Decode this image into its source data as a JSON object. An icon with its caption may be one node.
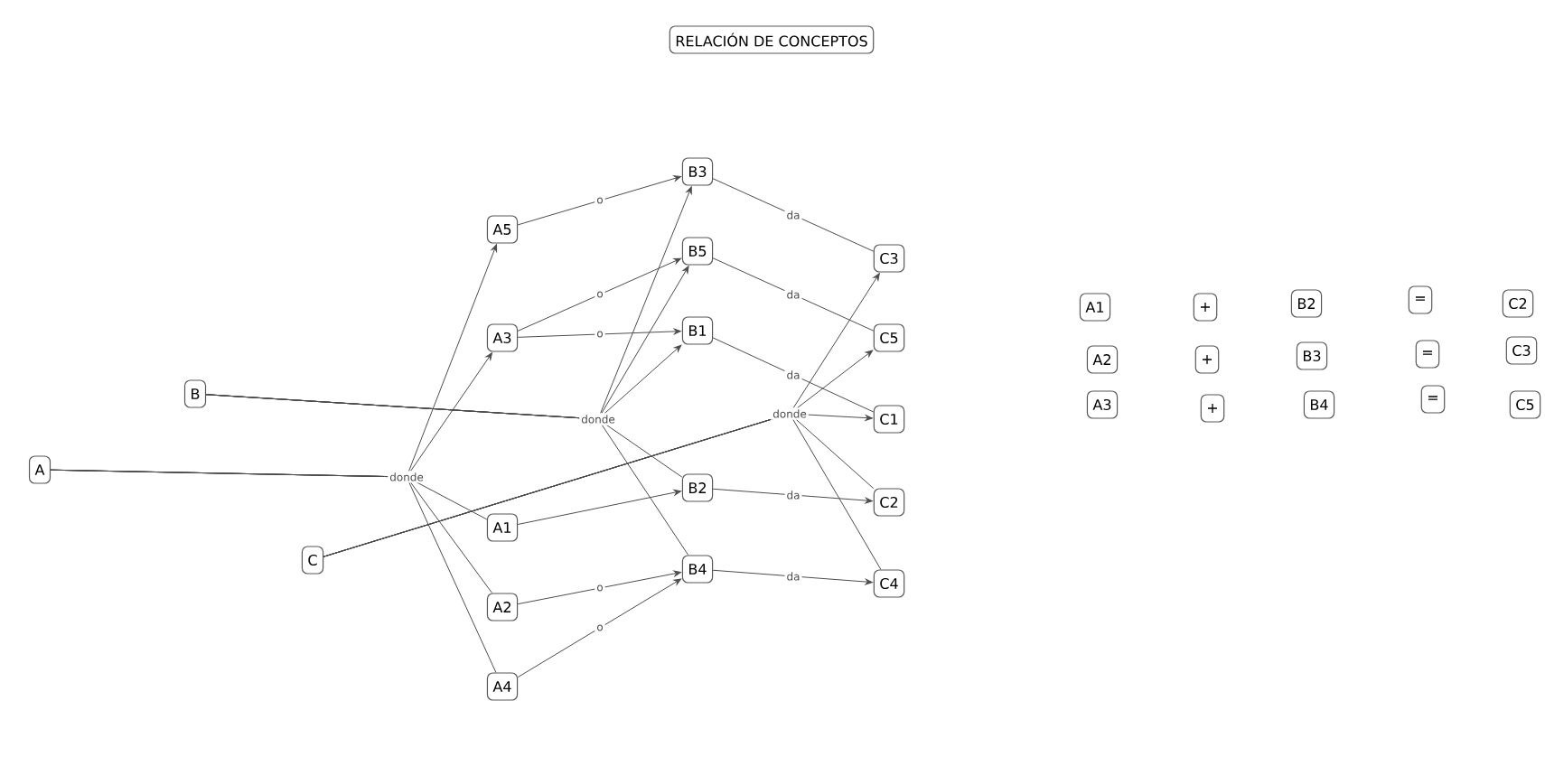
{
  "diagram": {
    "title": "RELACIÓN DE CONCEPTOS",
    "nodes": [
      {
        "text": [
          "A"
        ]
      },
      {
        "text": [
          "B"
        ]
      },
      {
        "text": [
          "C"
        ]
      },
      {
        "text": [
          "A5"
        ]
      },
      {
        "text": [
          "A3"
        ]
      },
      {
        "text": [
          "A1"
        ]
      },
      {
        "text": [
          "A2"
        ]
      },
      {
        "text": [
          "A4"
        ]
      },
      {
        "text": [
          "B3"
        ]
      },
      {
        "text": [
          "B5"
        ]
      },
      {
        "text": [
          "B1"
        ]
      },
      {
        "text": [
          "B2"
        ]
      },
      {
        "text": [
          "B4"
        ]
      },
      {
        "text": [
          "C3"
        ]
      },
      {
        "text": [
          "C5"
        ]
      },
      {
        "text": [
          "C1"
        ]
      },
      {
        "text": [
          "C2"
        ]
      },
      {
        "text": [
          "C4"
        ]
      },
      {
        "text": [
          "A1"
        ]
      },
      {
        "text": [
          "+"
        ]
      },
      {
        "text": [
          "B2"
        ]
      },
      {
        "text": [
          "="
        ]
      },
      {
        "text": [
          "C2"
        ]
      },
      {
        "text": [
          "A2"
        ]
      },
      {
        "text": [
          "+"
        ]
      },
      {
        "text": [
          "B3"
        ]
      },
      {
        "text": [
          "="
        ]
      },
      {
        "text": [
          "C3"
        ]
      },
      {
        "text": [
          "A3"
        ]
      },
      {
        "text": [
          "+"
        ]
      },
      {
        "text": [
          "B4"
        ]
      },
      {
        "text": [
          "="
        ]
      },
      {
        "text": [
          "C5"
        ]
      }
    ],
    "edges": [
      {
        "from": 0,
        "to": 3,
        "arrow": "to",
        "label": "donde"
      },
      {
        "from": 0,
        "to": 4,
        "arrow": "to"
      },
      {
        "from": 0,
        "to": 5,
        "arrow": "none"
      },
      {
        "from": 0,
        "to": 6,
        "arrow": "none"
      },
      {
        "from": 0,
        "to": 7,
        "arrow": "none"
      },
      {
        "from": 1,
        "to": 8,
        "arrow": "to",
        "label": "donde"
      },
      {
        "from": 1,
        "to": 9,
        "arrow": "to"
      },
      {
        "from": 1,
        "to": 10,
        "arrow": "to"
      },
      {
        "from": 1,
        "to": 11,
        "arrow": "none"
      },
      {
        "from": 1,
        "to": 12,
        "arrow": "none"
      },
      {
        "from": 2,
        "to": 13,
        "arrow": "to",
        "label": "donde"
      },
      {
        "from": 2,
        "to": 14,
        "arrow": "to"
      },
      {
        "from": 2,
        "to": 15,
        "arrow": "to"
      },
      {
        "from": 2,
        "to": 16,
        "arrow": "none"
      },
      {
        "from": 2,
        "to": 17,
        "arrow": "none"
      },
      {
        "from": 3,
        "to": 8,
        "arrow": "to",
        "label": "o"
      },
      {
        "from": 4,
        "to": 9,
        "arrow": "to",
        "label": "o"
      },
      {
        "from": 4,
        "to": 10,
        "arrow": "to",
        "label": "o"
      },
      {
        "from": 5,
        "to": 11,
        "arrow": "to"
      },
      {
        "from": 6,
        "to": 12,
        "arrow": "to",
        "label": "o"
      },
      {
        "from": 7,
        "to": 12,
        "arrow": "to",
        "label": "o"
      },
      {
        "from": 8,
        "to": 13,
        "arrow": "none",
        "label": "da"
      },
      {
        "from": 9,
        "to": 14,
        "arrow": "none",
        "label": "da"
      },
      {
        "from": 10,
        "to": 15,
        "arrow": "none",
        "label": "da"
      },
      {
        "from": 11,
        "to": 16,
        "arrow": "to",
        "label": "da"
      },
      {
        "from": 12,
        "to": 17,
        "arrow": "to",
        "label": "da"
      }
    ]
  }
}
